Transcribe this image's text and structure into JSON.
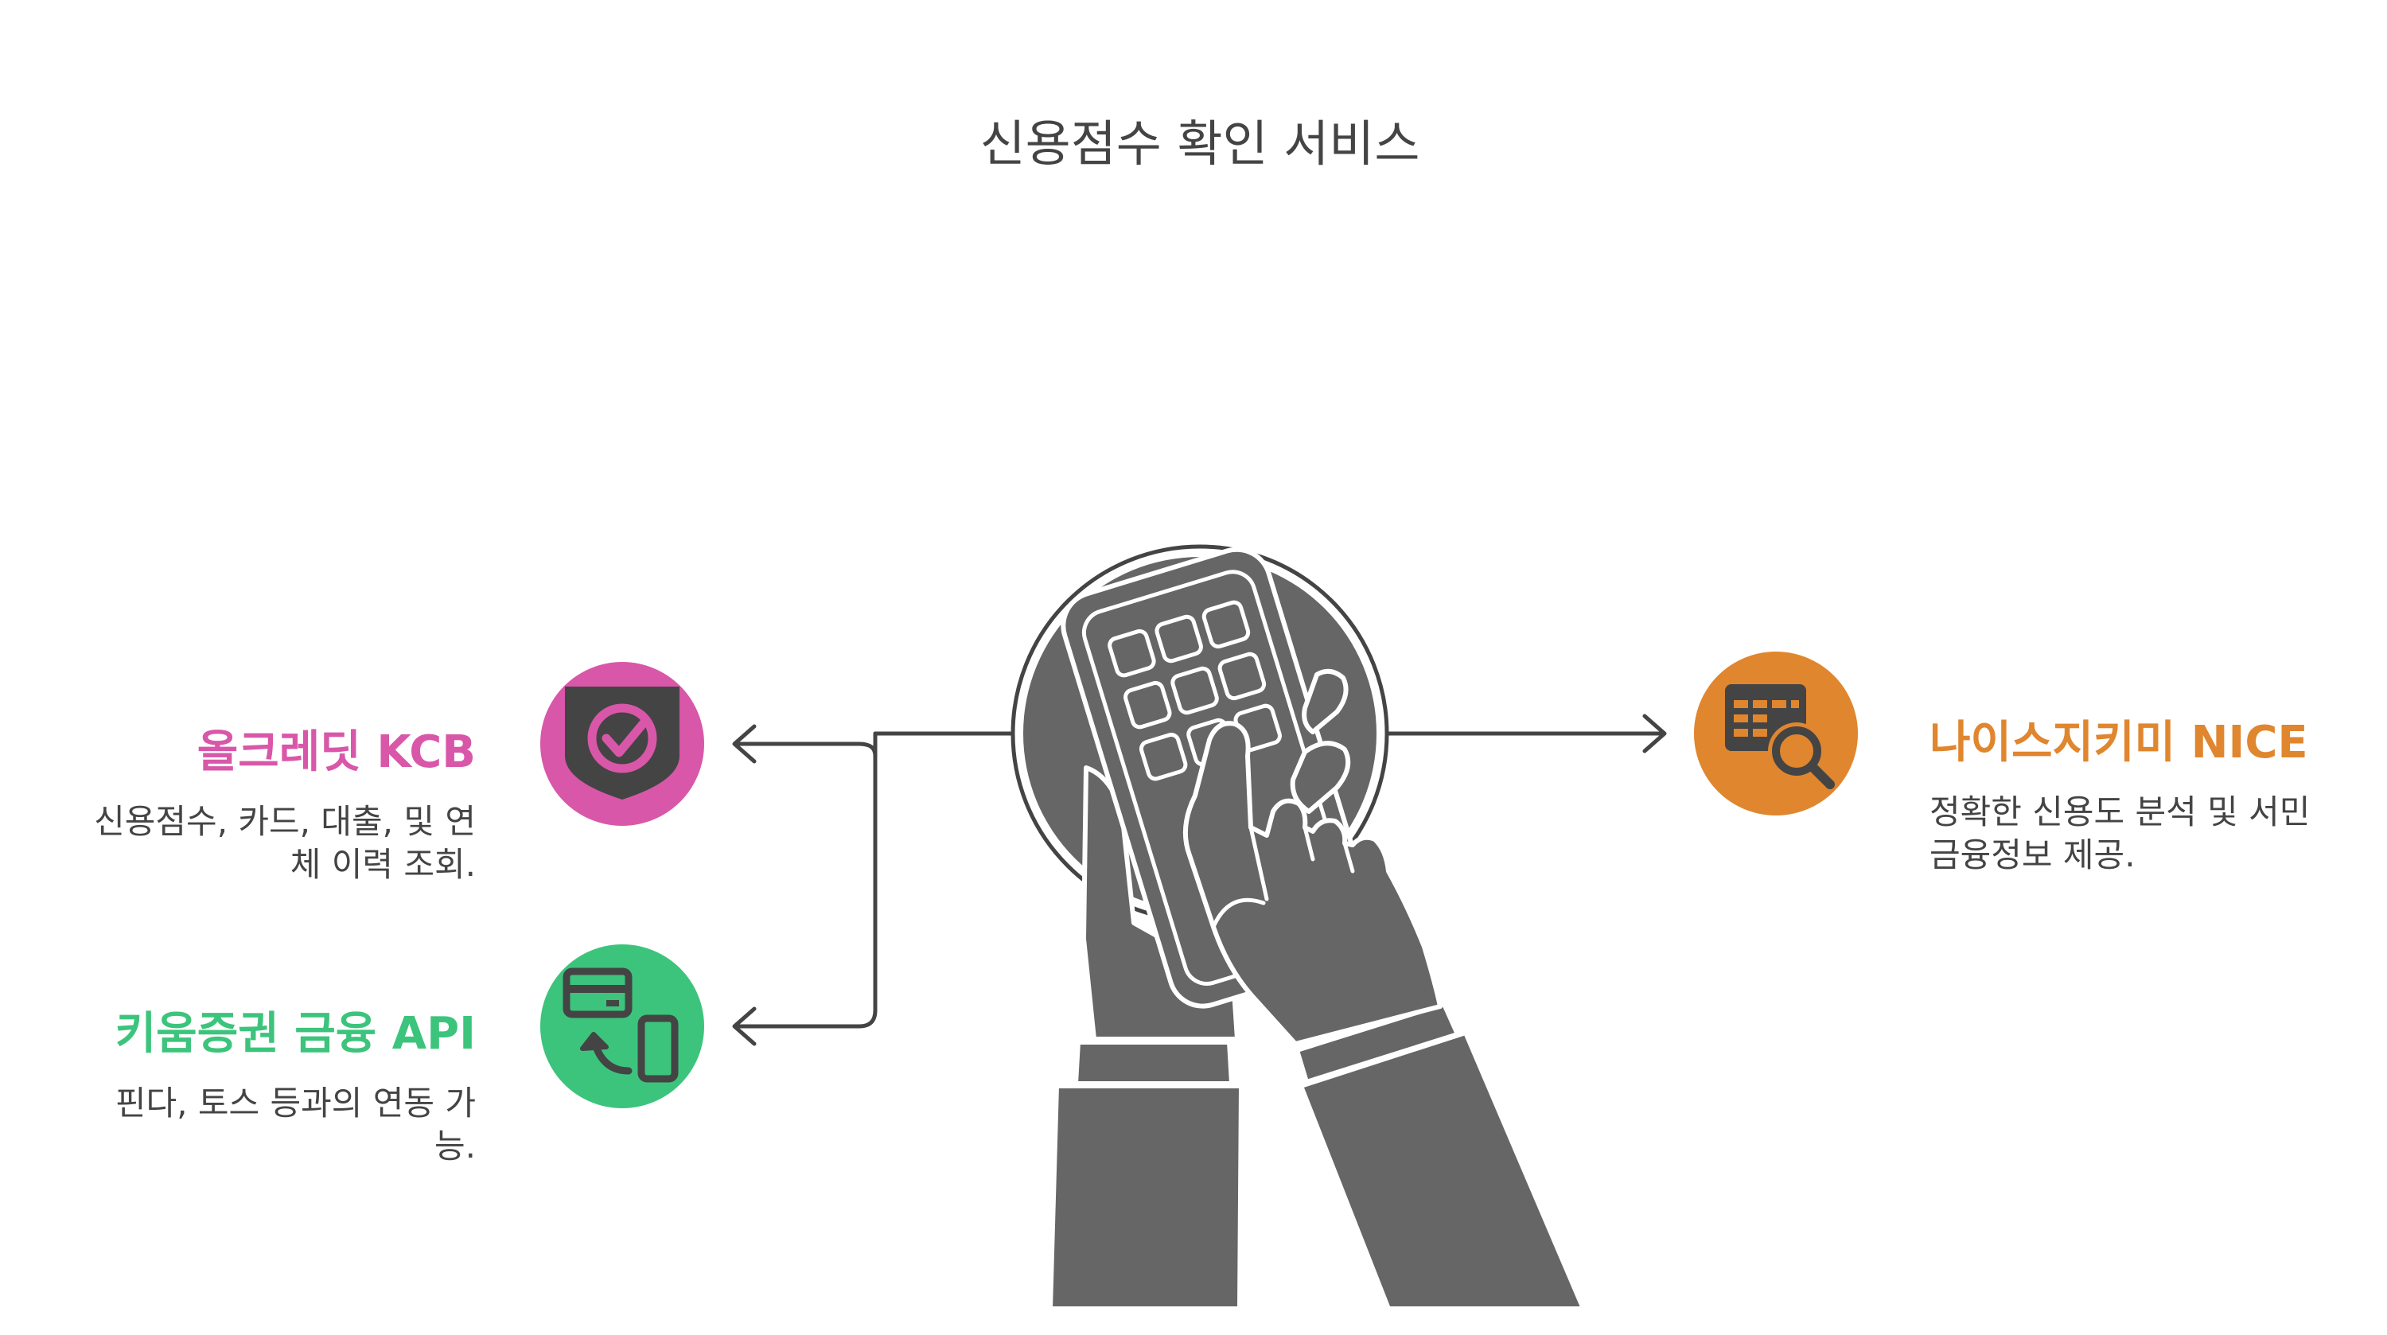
{
  "title": "신용점수 확인 서비스",
  "colors": {
    "kcb": "#d957a8",
    "kiwoom": "#3cc47c",
    "nice": "#e0862e",
    "ink": "#444444",
    "gray": "#666666"
  },
  "items": [
    {
      "id": "kcb",
      "heading": "올크레딧 KCB",
      "description": "신용점수, 카드, 대출, 및 연체 이력 조회.",
      "icon": "shield-check-icon"
    },
    {
      "id": "kiwoom",
      "heading": "키움증권 금융 API",
      "description": "핀다, 토스 등과의 연동 가능.",
      "icon": "card-to-phone-icon"
    },
    {
      "id": "nice",
      "heading": "나이스지키미 NICE",
      "description": "정확한 신용도 분석 및 서민금융정보 제공.",
      "icon": "table-search-icon"
    }
  ],
  "center": {
    "icon": "hand-keypad-icon"
  }
}
